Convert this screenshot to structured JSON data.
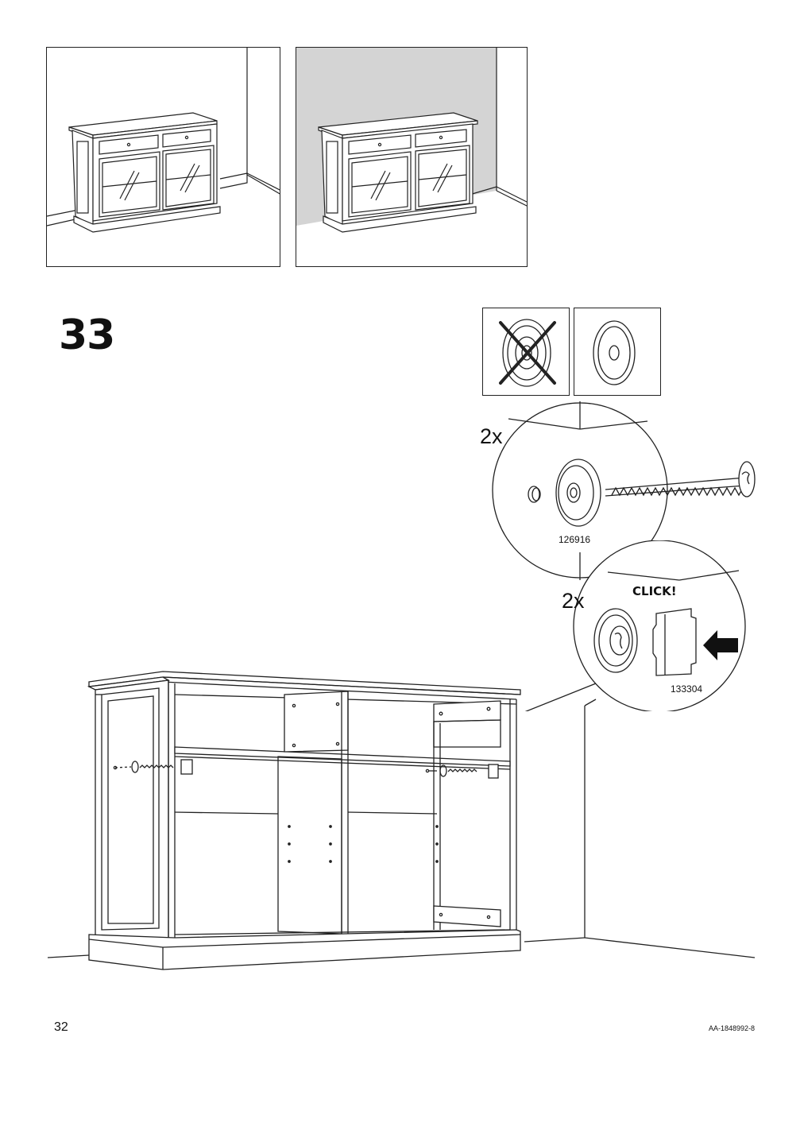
{
  "step": {
    "number": "33"
  },
  "detail_top": {
    "quantity": "2x",
    "part_number": "126916"
  },
  "detail_bottom": {
    "quantity": "2x",
    "part_number": "133304",
    "click_label": "CLICK!"
  },
  "footer": {
    "page_number": "32",
    "document_code": "AA-1848992-8"
  },
  "icons": {
    "wrong_orientation": "crossed-out-spacer-icon",
    "correct_orientation": "spacer-icon",
    "push_direction": "arrow-left-icon"
  }
}
